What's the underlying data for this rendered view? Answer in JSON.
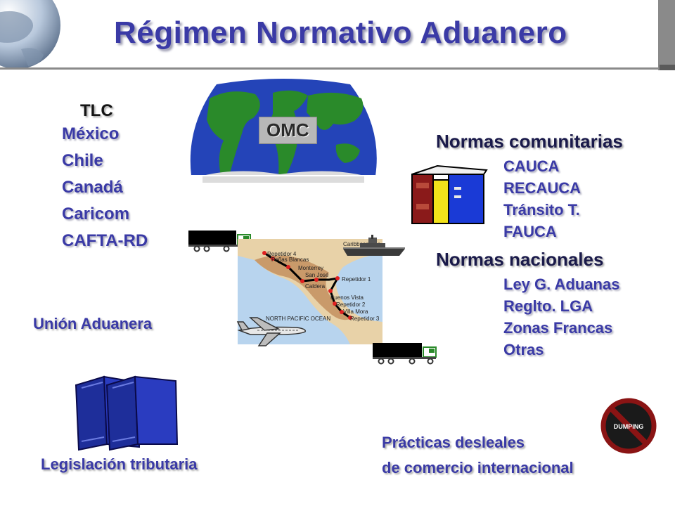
{
  "title": "Régimen Normativo Aduanero",
  "tlc": {
    "heading": "TLC",
    "items": [
      "México",
      "Chile",
      "Canadá",
      "Caricom",
      "CAFTA-RD"
    ]
  },
  "omc": {
    "label": "OMC"
  },
  "normas_comunitarias": {
    "heading": "Normas comunitarias",
    "items": [
      "CAUCA",
      "RECAUCA",
      "Tránsito T.",
      "FAUCA"
    ]
  },
  "normas_nacionales": {
    "heading": "Normas nacionales",
    "items": [
      "Ley G. Aduanas",
      "Reglto. LGA",
      "Zonas Francas",
      "Otras"
    ]
  },
  "union_aduanera": "Unión Aduanera",
  "legislacion": "Legislación tributaria",
  "practicas": {
    "line1": "Prácticas desleales",
    "line2": "de comercio internacional"
  },
  "dumping_sign": "DUMPING",
  "map": {
    "labels": [
      "Repetidor 4",
      "Peñas Blancas",
      "Monterrey",
      "San José",
      "Caldera",
      "Repetidor 1",
      "Buenos Vista",
      "Repetidor 2",
      "Villa Mora",
      "Repetidor 3",
      "NORTH PACIFIC OCEAN",
      "Caribbean Sea"
    ]
  },
  "colors": {
    "title": "#3a3aa6",
    "text_blue": "#3a3aa6",
    "dark": "#141414",
    "ocean": "#2444b8",
    "land": "#2a8a2a"
  }
}
